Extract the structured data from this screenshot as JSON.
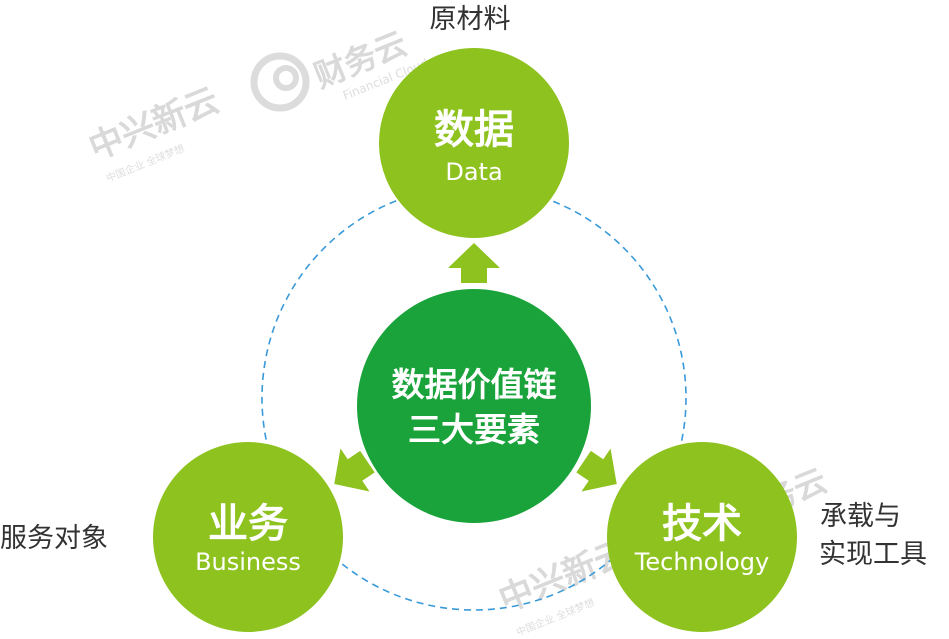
{
  "watermark": {
    "brand_cn": "中兴新云",
    "brand_short": "财务云",
    "brand_en": "Financial Cloud",
    "tagline": "中国企业 全球梦想"
  },
  "center": {
    "line1": "数据价值链",
    "line2": "三大要素"
  },
  "nodes": {
    "data": {
      "title": "数据",
      "subtitle": "Data",
      "label": "原材料"
    },
    "business": {
      "title": "业务",
      "subtitle": "Business",
      "label": "服务对象"
    },
    "tech": {
      "title": "技术",
      "subtitle": "Technology",
      "label_line1": "承载与",
      "label_line2": "实现工具"
    }
  },
  "colors": {
    "outer_node": "#8dc21f",
    "center_node": "#1aa33a",
    "arrow": "#8dc21f",
    "orbit": "#3a9ad9",
    "label_text": "#333333"
  }
}
